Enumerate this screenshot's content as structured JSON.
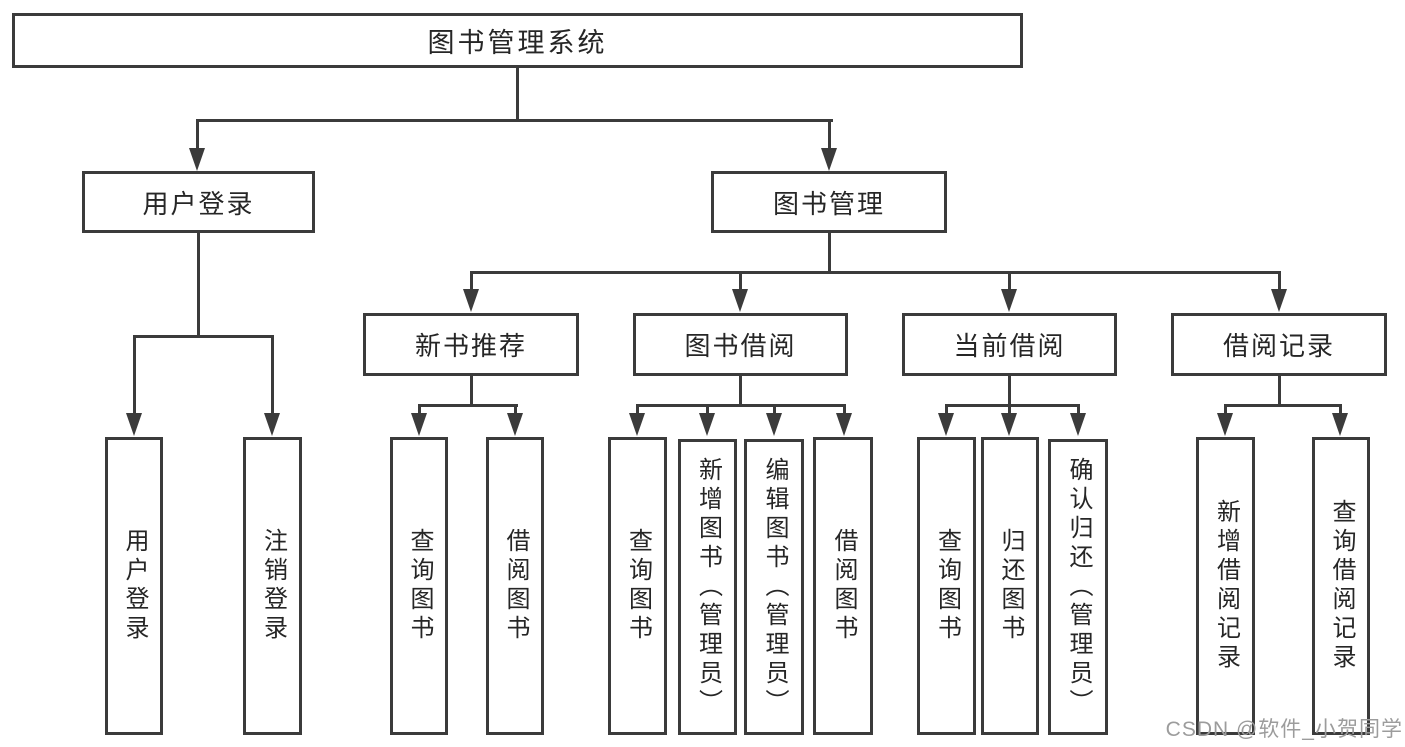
{
  "diagram_title": "图书管理系统",
  "tree": {
    "root": {
      "label": "图书管理系统"
    },
    "branches": [
      {
        "label": "用户登录",
        "children": [
          {
            "label": "用户登录"
          },
          {
            "label": "注销登录"
          }
        ]
      },
      {
        "label": "图书管理",
        "children": [
          {
            "label": "新书推荐",
            "children": [
              {
                "label": "查询图书"
              },
              {
                "label": "借阅图书"
              }
            ]
          },
          {
            "label": "图书借阅",
            "children": [
              {
                "label": "查询图书"
              },
              {
                "label": "新增图书（管理员）"
              },
              {
                "label": "编辑图书（管理员）"
              },
              {
                "label": "借阅图书"
              }
            ]
          },
          {
            "label": "当前借阅",
            "children": [
              {
                "label": "查询图书"
              },
              {
                "label": "归还图书"
              },
              {
                "label": "确认归还（管理员）"
              }
            ]
          },
          {
            "label": "借阅记录",
            "children": [
              {
                "label": "新增借阅记录"
              },
              {
                "label": "查询借阅记录"
              }
            ]
          }
        ]
      }
    ]
  },
  "watermark": {
    "text": "CSDN @软件_小贺同学"
  },
  "colors": {
    "line": "#3b3b3b",
    "text": "#262626",
    "watermark": "#9c9c9c",
    "background": "#ffffff"
  }
}
